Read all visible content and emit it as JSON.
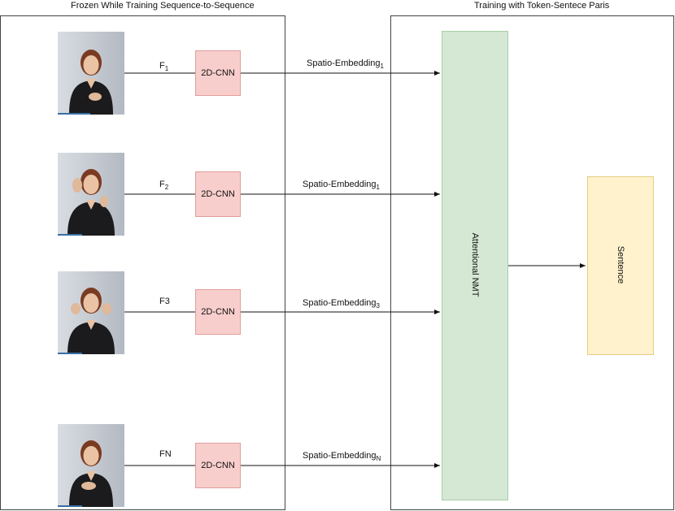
{
  "left_panel": {
    "title": "Frozen While Training  Sequence-to-Sequence"
  },
  "right_panel": {
    "title": "Training with Token-Sentece Paris"
  },
  "rows": [
    {
      "frame_label": "F",
      "frame_sub": "1",
      "cnn_label": "2D-CNN",
      "embedding_label": "Spatio-Embedding",
      "embedding_sub": "1"
    },
    {
      "frame_label": "F",
      "frame_sub": "2",
      "cnn_label": "2D-CNN",
      "embedding_label": "Spatio-Embedding",
      "embedding_sub": "1"
    },
    {
      "frame_label": "F3",
      "frame_sub": "",
      "cnn_label": "2D-CNN",
      "embedding_label": "Spatio-Embedding",
      "embedding_sub": "3"
    },
    {
      "frame_label": "FN",
      "frame_sub": "",
      "cnn_label": "2D-CNN",
      "embedding_label": "Spatio-Embedding",
      "embedding_sub": "N"
    }
  ],
  "nmt": {
    "label": "Attentional NMT"
  },
  "output": {
    "label": "Sentence"
  },
  "colors": {
    "cnn_fill": "#f8cecc",
    "nmt_fill": "#d5e8d4",
    "sentence_fill": "#fff2cc"
  },
  "icons": {
    "frame_icon": "signer-person-icon"
  }
}
